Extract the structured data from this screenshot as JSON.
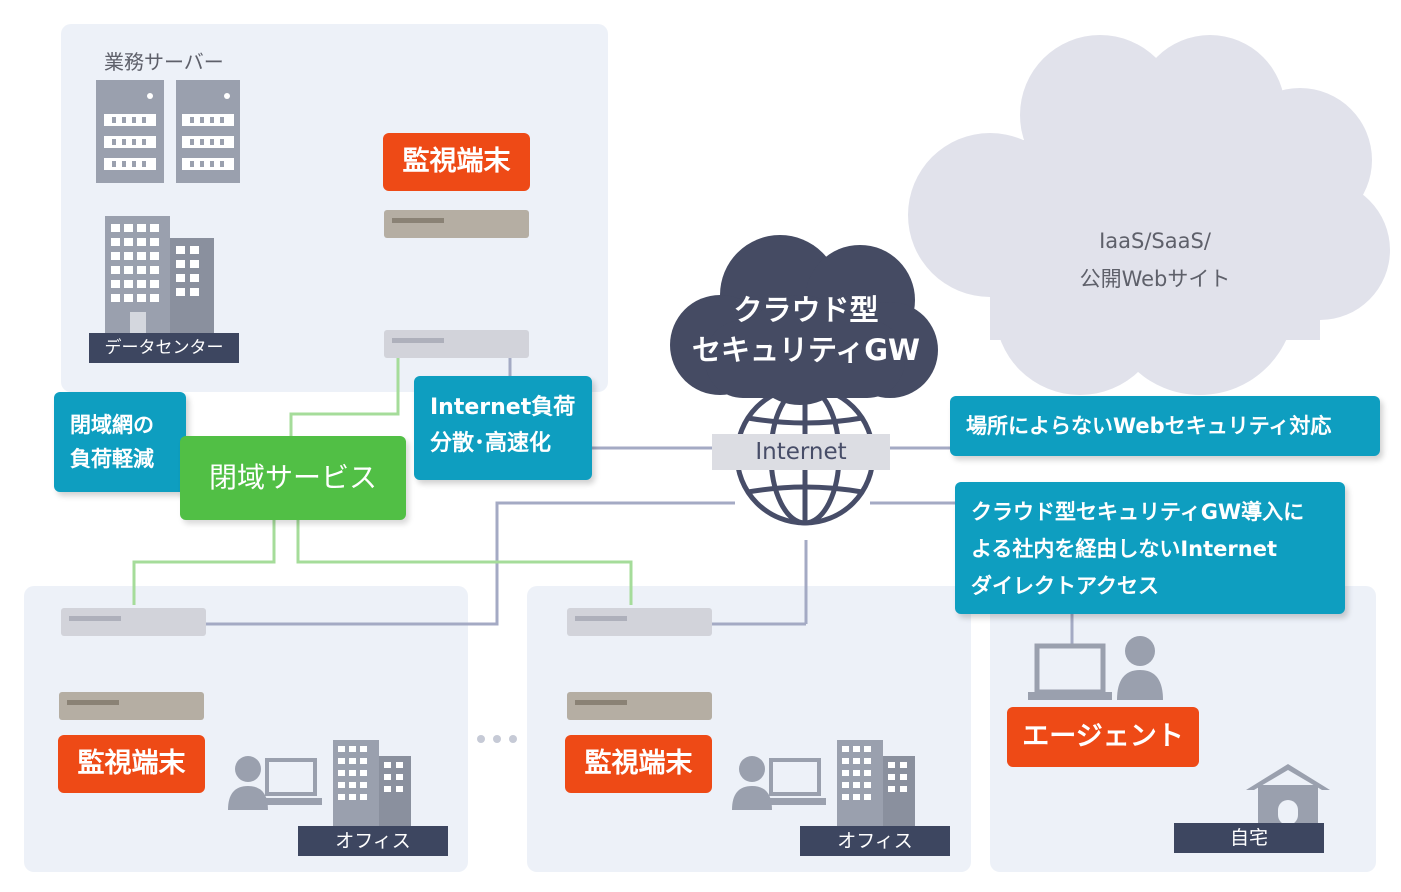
{
  "datacenter": {
    "servers_label": "業務サーバー",
    "building_label": "データセンター",
    "monitor_label": "監視端末"
  },
  "closed_network": {
    "service_label": "閉域サービス",
    "load_reduction_callout": "閉域網の\n負荷軽減"
  },
  "internet": {
    "label": "Internet",
    "offload_callout": "Internet負荷\n分散･高速化"
  },
  "cloud_gw": {
    "label": "クラウド型\nセキュリティGW"
  },
  "saas": {
    "label": "IaaS/SaaS/\n公開Webサイト"
  },
  "callouts": {
    "location_free": "場所によらないWebセキュリティ対応",
    "direct_access": "クラウド型セキュリティGW導入に\nよる社内を経由しないInternet\nダイレクトアクセス"
  },
  "offices": [
    {
      "monitor_label": "監視端末",
      "label": "オフィス"
    },
    {
      "monitor_label": "監視端末",
      "label": "オフィス"
    }
  ],
  "home": {
    "agent_label": "エージェント",
    "label": "自宅"
  },
  "colors": {
    "accent_orange": "#ee4a16",
    "callout_teal": "#0e9ec0",
    "closed_green": "#51bf45",
    "cloud_dark": "#454b63",
    "panel_bg": "#edf1f8"
  }
}
